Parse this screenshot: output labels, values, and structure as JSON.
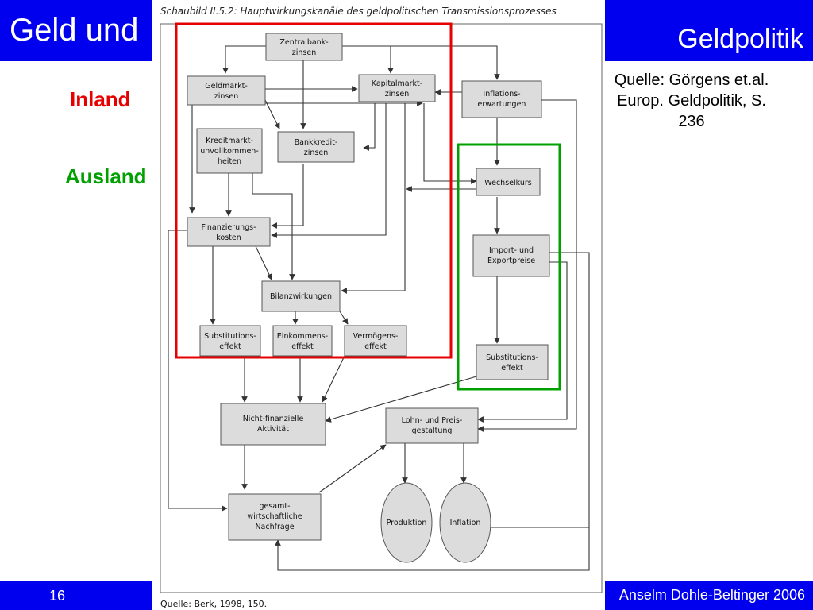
{
  "header": {
    "deck_title": "Geld und",
    "section_title": "Geldpolitik"
  },
  "labels": {
    "inland": "Inland",
    "ausland": "Ausland"
  },
  "citation": {
    "line1": "Quelle: Görgens et.al.",
    "line2": "Europ. Geldpolitik, S.",
    "line3": "236"
  },
  "footer": {
    "page_number": "16",
    "author": "Anselm Dohle-Beltinger 2006"
  },
  "diagram": {
    "title": "Schaubild II.5.2:  Hauptwirkungskanäle des geldpolitischen Transmissionsprozesses",
    "source": "Quelle: Berk, 1998, 150.",
    "colors": {
      "inland_frame": "#e60000",
      "ausland_frame": "#00a000",
      "box_fill": "#dcdcdc"
    },
    "nodes": {
      "zentralbankzinsen": [
        "Zentralbank-",
        "zinsen"
      ],
      "geldmarktzinsen": [
        "Geldmarkt-",
        "zinsen"
      ],
      "kapitalmarktzinsen": [
        "Kapitalmarkt-",
        "zinsen"
      ],
      "inflationserwartungen": [
        "Inflations-",
        "erwartungen"
      ],
      "kreditmarkt": [
        "Kreditmarkt-",
        "unvollkommen-",
        "heiten"
      ],
      "bankkreditzinsen": [
        "Bankkredit-",
        "zinsen"
      ],
      "wechselkurs": [
        "Wechselkurs"
      ],
      "finanzierungskosten": [
        "Finanzierungs-",
        "kosten"
      ],
      "import_exportpreise": [
        "Import- und",
        "Exportpreise"
      ],
      "bilanzwirkungen": [
        "Bilanzwirkungen"
      ],
      "substitution_inland": [
        "Substitutions-",
        "effekt"
      ],
      "einkommenseffekt": [
        "Einkommens-",
        "effekt"
      ],
      "vermoegenseffekt": [
        "Vermögens-",
        "effekt"
      ],
      "substitution_ausland": [
        "Substitutions-",
        "effekt"
      ],
      "nicht_finanzielle": [
        "Nicht-finanzielle",
        "Aktivität"
      ],
      "lohn_preis": [
        "Lohn- und Preis-",
        "gestaltung"
      ],
      "nachfrage": [
        "gesamt-",
        "wirtschaftliche",
        "Nachfrage"
      ],
      "produktion": [
        "Produktion"
      ],
      "inflation": [
        "Inflation"
      ]
    }
  }
}
